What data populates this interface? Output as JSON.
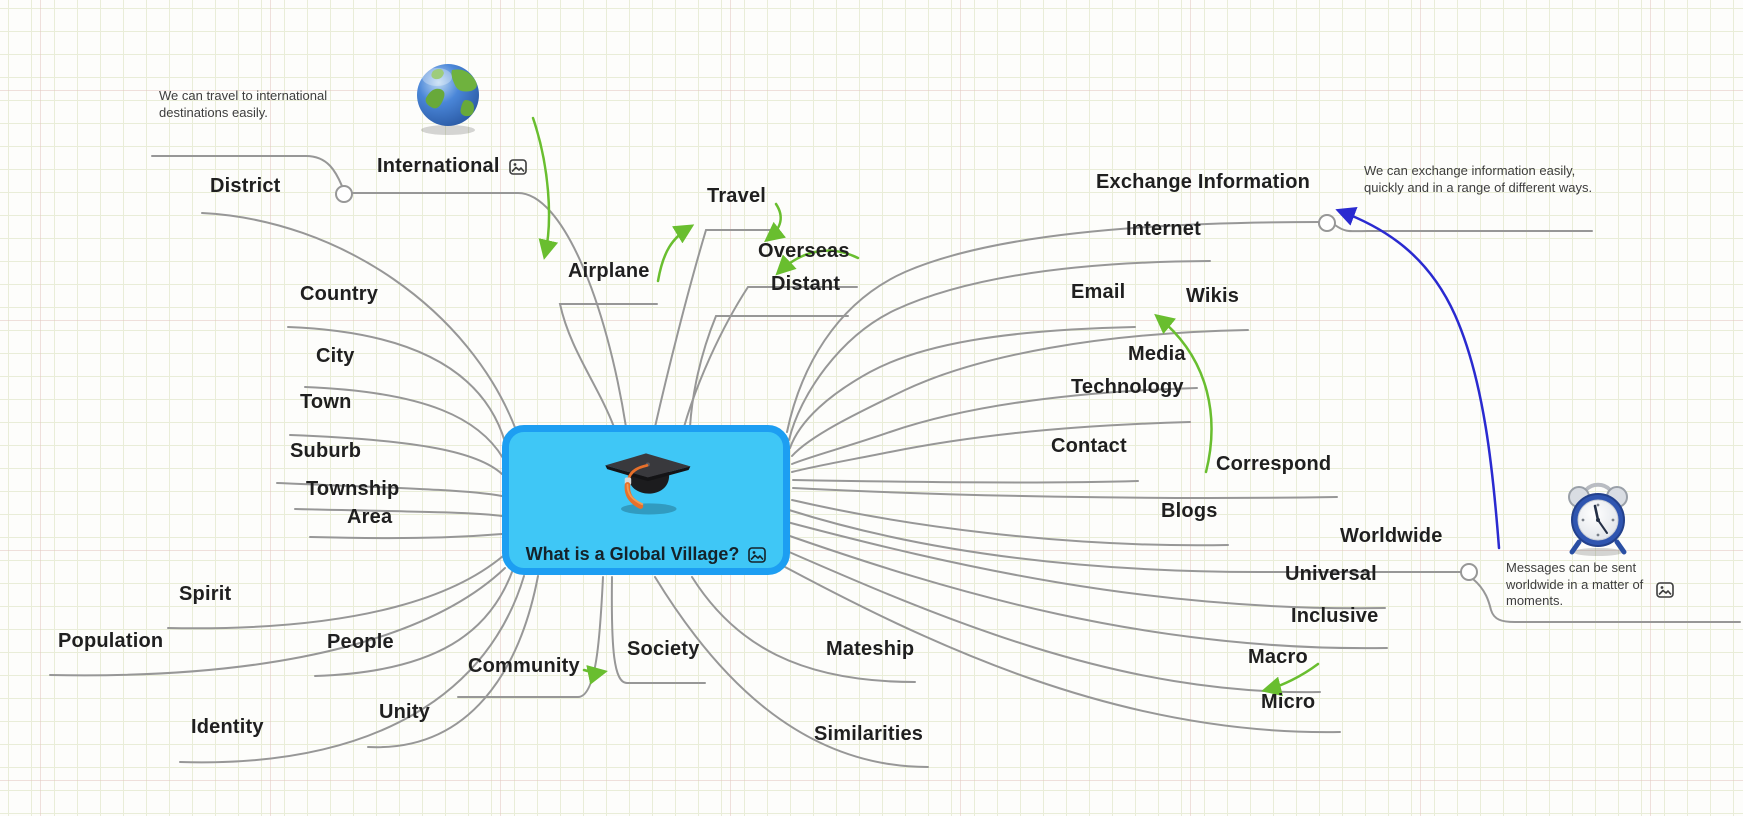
{
  "central": {
    "title": "What is a Global Village?"
  },
  "topics": {
    "district": "District",
    "international": "International",
    "country": "Country",
    "city": "City",
    "town": "Town",
    "suburb": "Suburb",
    "township": "Township",
    "area": "Area",
    "spirit": "Spirit",
    "population": "Population",
    "people": "People",
    "identity": "Identity",
    "unity": "Unity",
    "community": "Community",
    "society": "Society",
    "mateship": "Mateship",
    "similarities": "Similarities",
    "airplane": "Airplane",
    "travel": "Travel",
    "overseas": "Overseas",
    "distant": "Distant",
    "exchange_information": "Exchange Information",
    "internet": "Internet",
    "email": "Email",
    "wikis": "Wikis",
    "media": "Media",
    "technology": "Technology",
    "contact": "Contact",
    "correspond": "Correspond",
    "blogs": "Blogs",
    "worldwide": "Worldwide",
    "universal": "Universal",
    "inclusive": "Inclusive",
    "macro": "Macro",
    "micro": "Micro"
  },
  "notes": {
    "travel_note": "We can travel to international destinations easily.",
    "exchange_note": "We can exchange information easily, quickly and in a range of different ways.",
    "messages_note": "Messages can be sent worldwide in a matter of moments."
  },
  "colors": {
    "node_border": "#1d9ef2",
    "node_fill": "#3fc7f6",
    "branch_gray": "#979797",
    "green_arrow": "#69be2f",
    "blue_arrow": "#2a2ad0",
    "grid_line": "#e9edd8"
  }
}
